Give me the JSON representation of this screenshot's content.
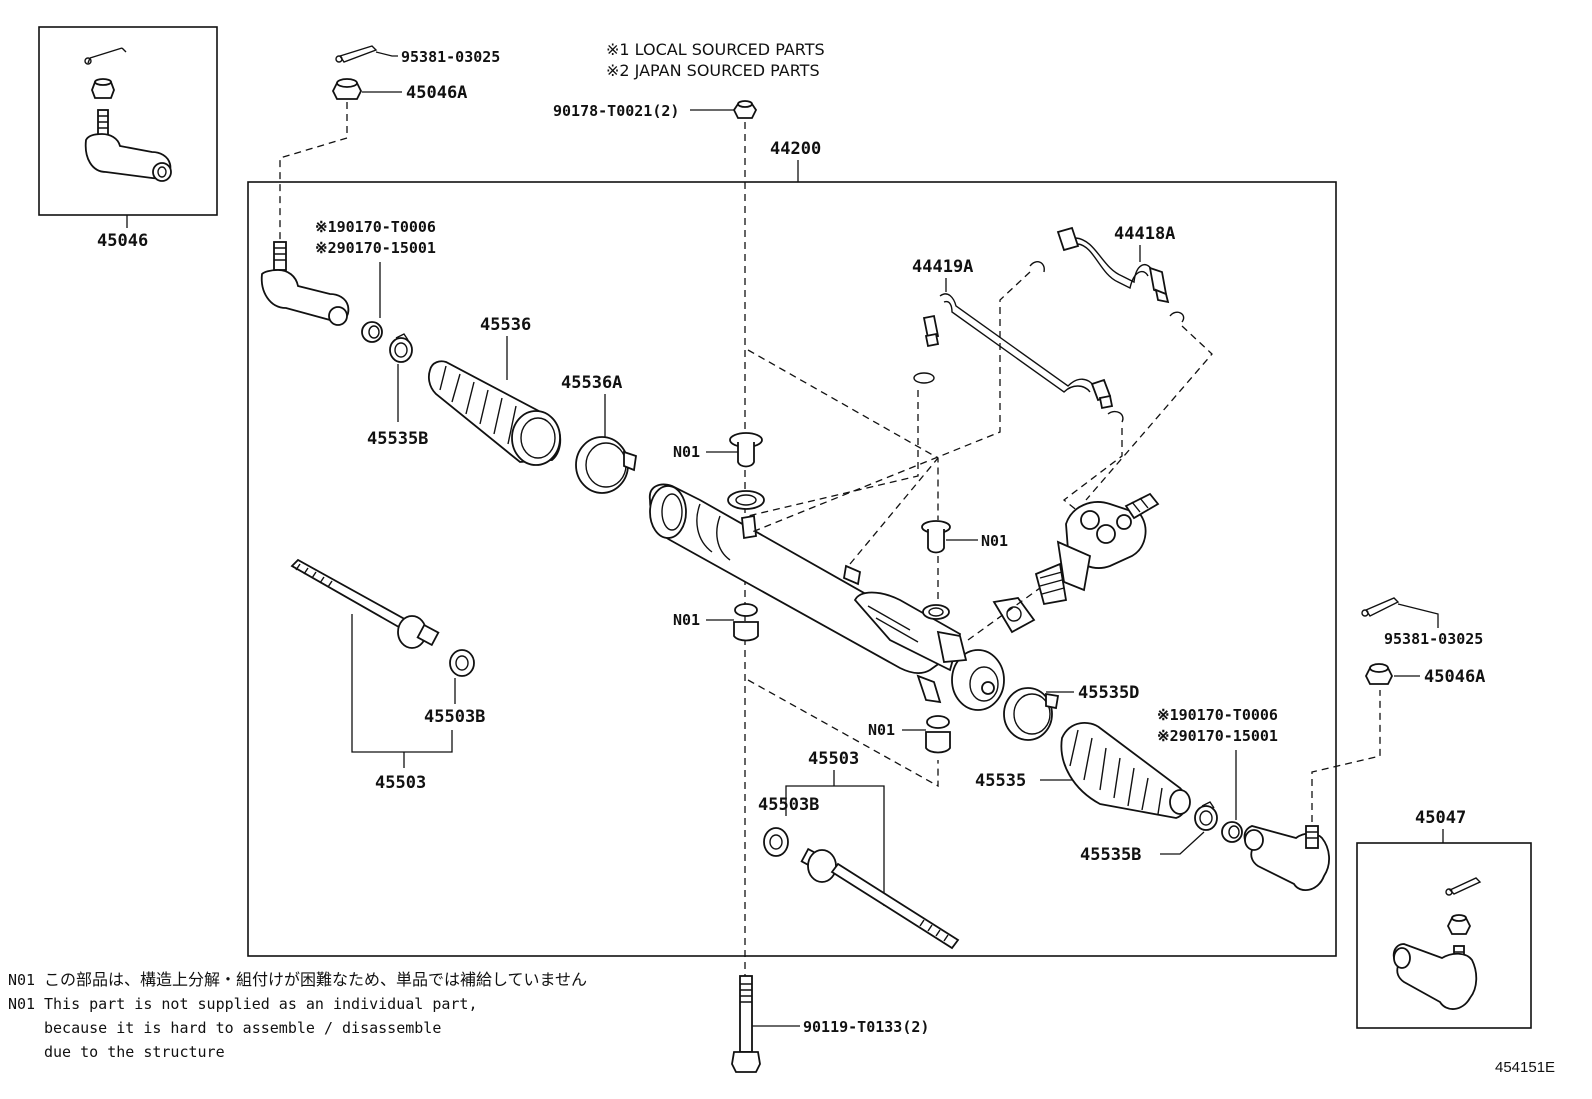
{
  "notes": {
    "local": "※1 LOCAL SOURCED PARTS",
    "japan": "※2 JAPAN SOURCED PARTS"
  },
  "labels": {
    "p45046": "45046",
    "p95381_top": "95381-03025",
    "p45046A_top": "45046A",
    "p90178": "90178-T0021(2)",
    "p44200": "44200",
    "p90170_1_left": "※190170-T0006",
    "p90170_2_left": "※290170-15001",
    "p45536": "45536",
    "p45536A": "45536A",
    "p45535B_left": "45535B",
    "p44419A": "44419A",
    "p44418A": "44418A",
    "n01_a": "N01",
    "n01_b": "N01",
    "n01_c": "N01",
    "n01_d": "N01",
    "p95381_right": "95381-03025",
    "p45046A_right": "45046A",
    "p45535D": "45535D",
    "p90170_1_right": "※190170-T0006",
    "p90170_2_right": "※290170-15001",
    "p45503B_left": "45503B",
    "p45503_left": "45503",
    "p45503_right": "45503",
    "p45503B_right": "45503B",
    "p45535": "45535",
    "p45535B_right": "45535B",
    "p45047": "45047",
    "p90119": "90119-T0133(2)"
  },
  "footnote": {
    "tag1": "N01",
    "jp": "この部品は、構造上分解・組付けが困難なため、単品では補給していません",
    "tag2": "N01",
    "en1": "This part is not supplied as an individual part,",
    "en2": "because it is hard to assemble / disassemble",
    "en3": "due to the structure"
  },
  "figure_code": "454151E"
}
